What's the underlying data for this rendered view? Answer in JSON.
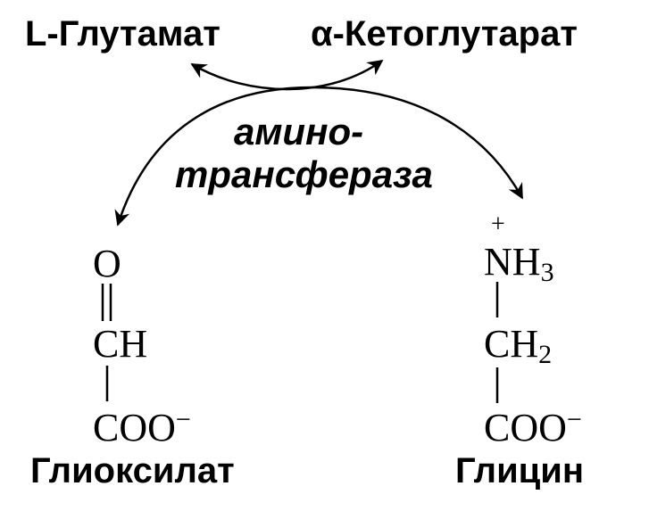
{
  "top": {
    "left_label": "L-Глутамат",
    "right_label": "α-Кетоглутарат"
  },
  "enzyme": {
    "line1": "амино-",
    "line2": "трансфераза"
  },
  "left_molecule": {
    "top_group": "O",
    "middle_group": "CH",
    "bottom_group": "COO",
    "bottom_charge": "−",
    "name": "Глиоксилат"
  },
  "right_molecule": {
    "charge": "+",
    "top_group": "NH",
    "top_subscript": "3",
    "middle_group": "CH",
    "middle_subscript": "2",
    "bottom_group": "COO",
    "bottom_charge": "−",
    "name": "Глицин"
  },
  "colors": {
    "ink": "#000000",
    "background": "#ffffff"
  }
}
